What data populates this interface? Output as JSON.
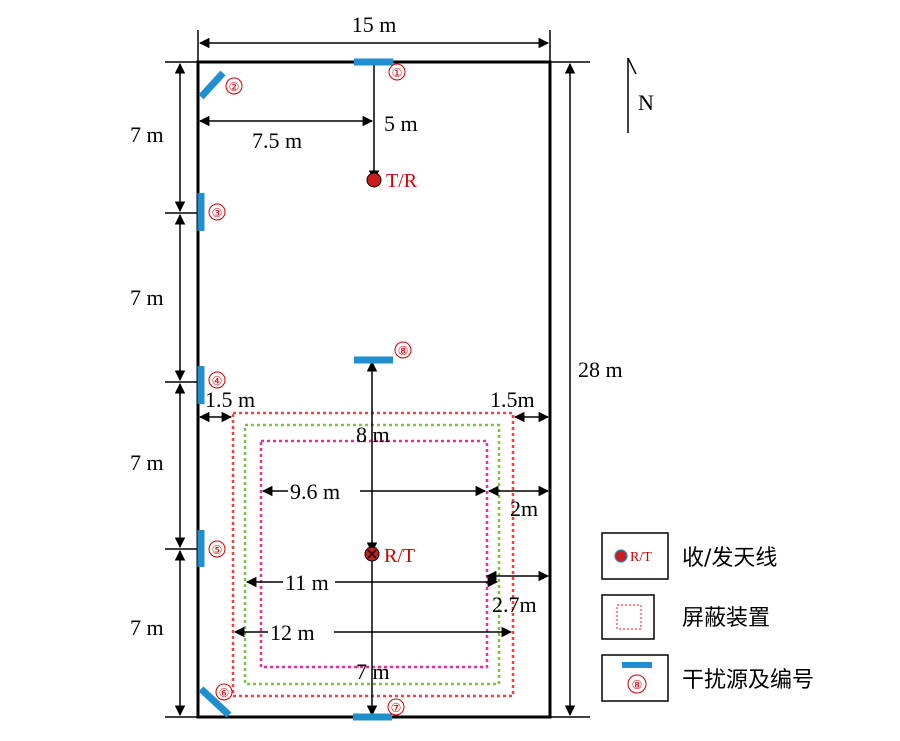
{
  "dimensions": {
    "width_top": "15 m",
    "top_to_tr": "5 m",
    "half_width": "7.5 m",
    "left_seg1": "7 m",
    "left_seg2": "7 m",
    "left_seg3": "7 m",
    "left_seg4": "7 m",
    "height_total": "28 m",
    "gap_left": "1.5 m",
    "gap_right": "1.5m",
    "eight": "8 m",
    "nine_six": "9.6 m",
    "two": "2m",
    "eleven": "11 m",
    "two_seven": "2.7m",
    "twelve": "12 m",
    "seven_bottom": "7 m"
  },
  "labels": {
    "north": "N",
    "tr": "T/R",
    "rt": "R/T"
  },
  "sources": [
    "①",
    "②",
    "③",
    "④",
    "⑤",
    "⑥",
    "⑦",
    "⑧"
  ],
  "legend": {
    "antenna_icon_label": "R/T",
    "antenna": "收/发天线",
    "shield": "屏蔽装置",
    "interferer_icon_num": "⑧",
    "interferer": "干扰源及编号"
  },
  "colors": {
    "antenna_red": "#c81e1e",
    "source_blue": "#1f8fd0",
    "shield_red": "#ff3b3b",
    "shield_green": "#7dc242",
    "shield_magenta": "#e0329a"
  }
}
